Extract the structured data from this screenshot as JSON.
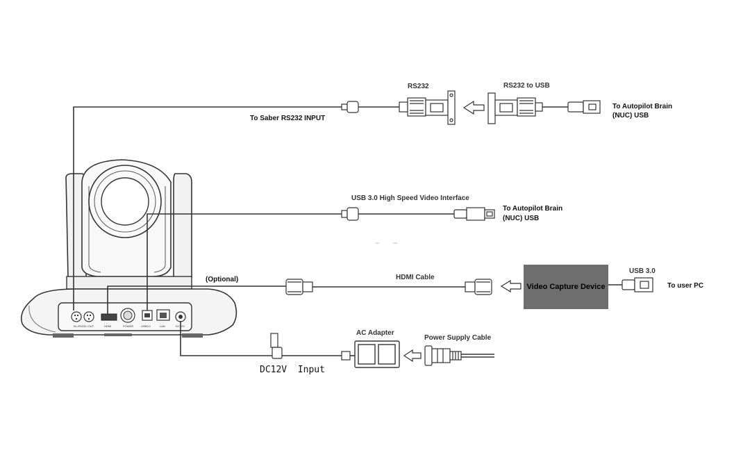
{
  "labels": {
    "rs232": "RS232",
    "rs232_to_usb": "RS232 to USB",
    "to_saber": "To Saber RS232 INPUT",
    "to_autopilot_top_1": "To Autopilot Brain",
    "to_autopilot_top_2": "(NUC) USB",
    "usb3_interface": "USB 3.0 High Speed Video Interface",
    "to_autopilot_mid_1": "To Autopilot Brain",
    "to_autopilot_mid_2": "(NUC) USB",
    "optional": "(Optional)",
    "hdmi_cable": "HDMI Cable",
    "video_capture": "Video Capture Device",
    "usb30": "USB 3.0",
    "to_user_pc": "To user PC",
    "ac_adapter": "AC Adapter",
    "power_supply_cable": "Power Supply Cable",
    "dc12v_input": "DC12V  Input"
  },
  "port_labels": [
    "IN–RS232–OUT",
    "HDMI",
    "POWER",
    "USB3.0",
    "LAN",
    "DC12V"
  ],
  "colors": {
    "line": "#333333",
    "capture_box": "#6e6e6e",
    "camera_body": "#f0f0f0"
  }
}
